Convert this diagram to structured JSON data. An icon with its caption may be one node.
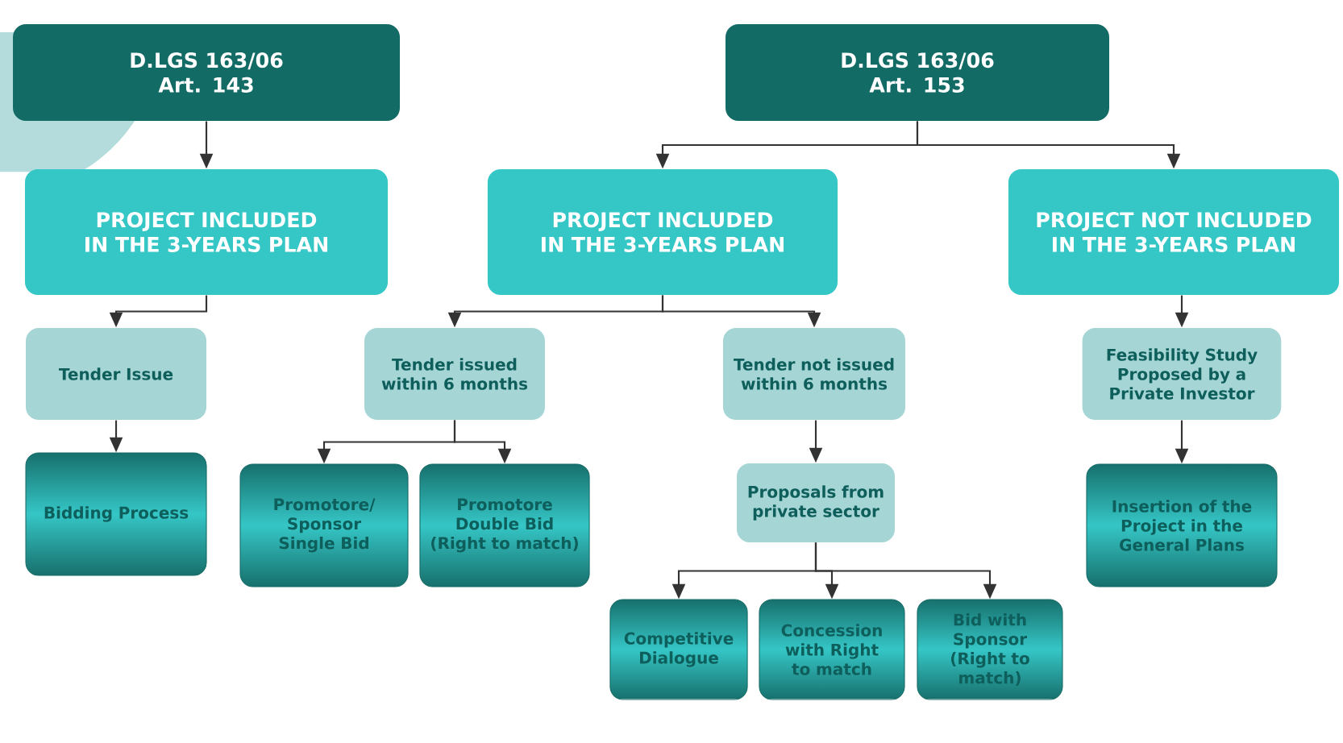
{
  "diagram": {
    "nodes": [
      {
        "text": [
          "D.LGS 163/06 Art. 143"
        ]
      },
      {
        "text": [
          "D.LGS 163/06 Art. 153"
        ]
      },
      {
        "text": [
          "PROJECT INCLUDED IN THE 3-YEARS PLAN"
        ]
      },
      {
        "text": [
          "PROJECT INCLUDED IN THE 3-YEARS PLAN"
        ]
      },
      {
        "text": [
          "PROJECT NOT INCLUDED IN THE 3-YEARS PLAN"
        ]
      },
      {
        "text": [
          "Tender Issue"
        ]
      },
      {
        "text": [
          "Tender issued within 6 months"
        ]
      },
      {
        "text": [
          "Tender not issued within 6 months"
        ]
      },
      {
        "text": [
          "Feasibility Study Proposed by a Private Investor"
        ]
      },
      {
        "text": [
          "Bidding Process"
        ]
      },
      {
        "text": [
          "Promotore/ Sponsor Single Bid"
        ]
      },
      {
        "text": [
          "Promotore Double Bid (Right to match)"
        ]
      },
      {
        "text": [
          "Proposals from private sector"
        ]
      },
      {
        "text": [
          "Insertion of the Project in the General Plans"
        ]
      },
      {
        "text": [
          "Competitive Dialogue"
        ]
      },
      {
        "text": [
          "Concession with Right to match"
        ]
      },
      {
        "text": [
          "Bid with Sponsor (Right to match)"
        ]
      }
    ],
    "edges": [
      {
        "from": 0,
        "to": 2,
        "arrow": "to"
      },
      {
        "from": 1,
        "to": 3,
        "arrow": "to"
      },
      {
        "from": 1,
        "to": 4,
        "arrow": "to"
      },
      {
        "from": 2,
        "to": 5,
        "arrow": "to"
      },
      {
        "from": 3,
        "to": 6,
        "arrow": "to"
      },
      {
        "from": 3,
        "to": 7,
        "arrow": "to"
      },
      {
        "from": 4,
        "to": 8,
        "arrow": "to"
      },
      {
        "from": 5,
        "to": 9,
        "arrow": "to"
      },
      {
        "from": 6,
        "to": 10,
        "arrow": "to"
      },
      {
        "from": 6,
        "to": 11,
        "arrow": "to"
      },
      {
        "from": 7,
        "to": 12,
        "arrow": "to"
      },
      {
        "from": 8,
        "to": 13,
        "arrow": "to"
      },
      {
        "from": 12,
        "to": 14,
        "arrow": "to"
      },
      {
        "from": 12,
        "to": 15,
        "arrow": "to"
      },
      {
        "from": 12,
        "to": 16,
        "arrow": "to"
      }
    ]
  }
}
